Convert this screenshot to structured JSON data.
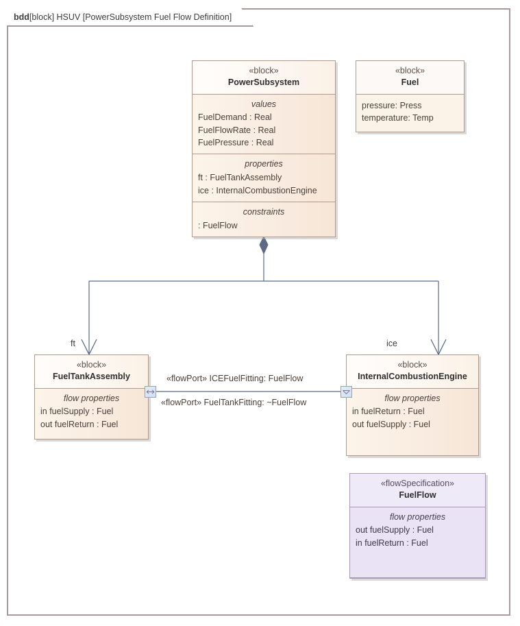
{
  "diagram": {
    "kind": "bdd",
    "header_kind_label": "bdd",
    "header_rest": "[block] HSUV [PowerSubsystem Fuel Flow Definition]",
    "frame_border_color": "#a89a9a",
    "line_color": "#5a6b8c",
    "block_border_color": "#b09a8c",
    "block_body_color": "#f8ebde",
    "block_header_color": "#fdf9f6",
    "flowspec_border_color": "#a89ab5",
    "flowspec_body_color": "#e9e3f5",
    "flowspec_header_color": "#eeeaf7"
  },
  "blocks": {
    "power_subsystem": {
      "stereotype": "«block»",
      "name": "PowerSubsystem",
      "compartments": [
        {
          "title": "values",
          "features": [
            "FuelDemand : Real",
            "FuelFlowRate : Real",
            "FuelPressure : Real"
          ]
        },
        {
          "title": "properties",
          "features": [
            "ft : FuelTankAssembly",
            "ice : InternalCombustionEngine"
          ]
        },
        {
          "title": "constraints",
          "features": [
            " : FuelFlow"
          ]
        }
      ]
    },
    "fuel": {
      "stereotype": "«block»",
      "name": "Fuel",
      "compartments": [
        {
          "title": "",
          "features": [
            "pressure: Press",
            "temperature: Temp"
          ]
        }
      ]
    },
    "fuel_tank_assembly": {
      "stereotype": "«block»",
      "name": "FuelTankAssembly",
      "compartments": [
        {
          "title": "flow properties",
          "features": [
            "in fuelSupply : Fuel",
            "out fuelReturn : Fuel"
          ]
        }
      ]
    },
    "internal_combustion_engine": {
      "stereotype": "«block»",
      "name": "InternalCombustionEngine",
      "compartments": [
        {
          "title": "flow properties",
          "features": [
            "in fuelReturn : Fuel",
            "out fuelSupply : Fuel"
          ]
        }
      ]
    },
    "fuel_flow": {
      "stereotype": "«flowSpecification»",
      "name": "FuelFlow",
      "compartments": [
        {
          "title": "flow properties",
          "features": [
            "out fuelSupply : Fuel",
            "in fuelReturn : Fuel"
          ]
        }
      ]
    }
  },
  "connectors": {
    "composition_ft_role": "ft",
    "composition_ice_role": "ice",
    "flowport_top_label": "«flowPort» ICEFuelFitting: FuelFlow",
    "flowport_bottom_label": "«flowPort» FuelTankFitting: ~FuelFlow"
  }
}
